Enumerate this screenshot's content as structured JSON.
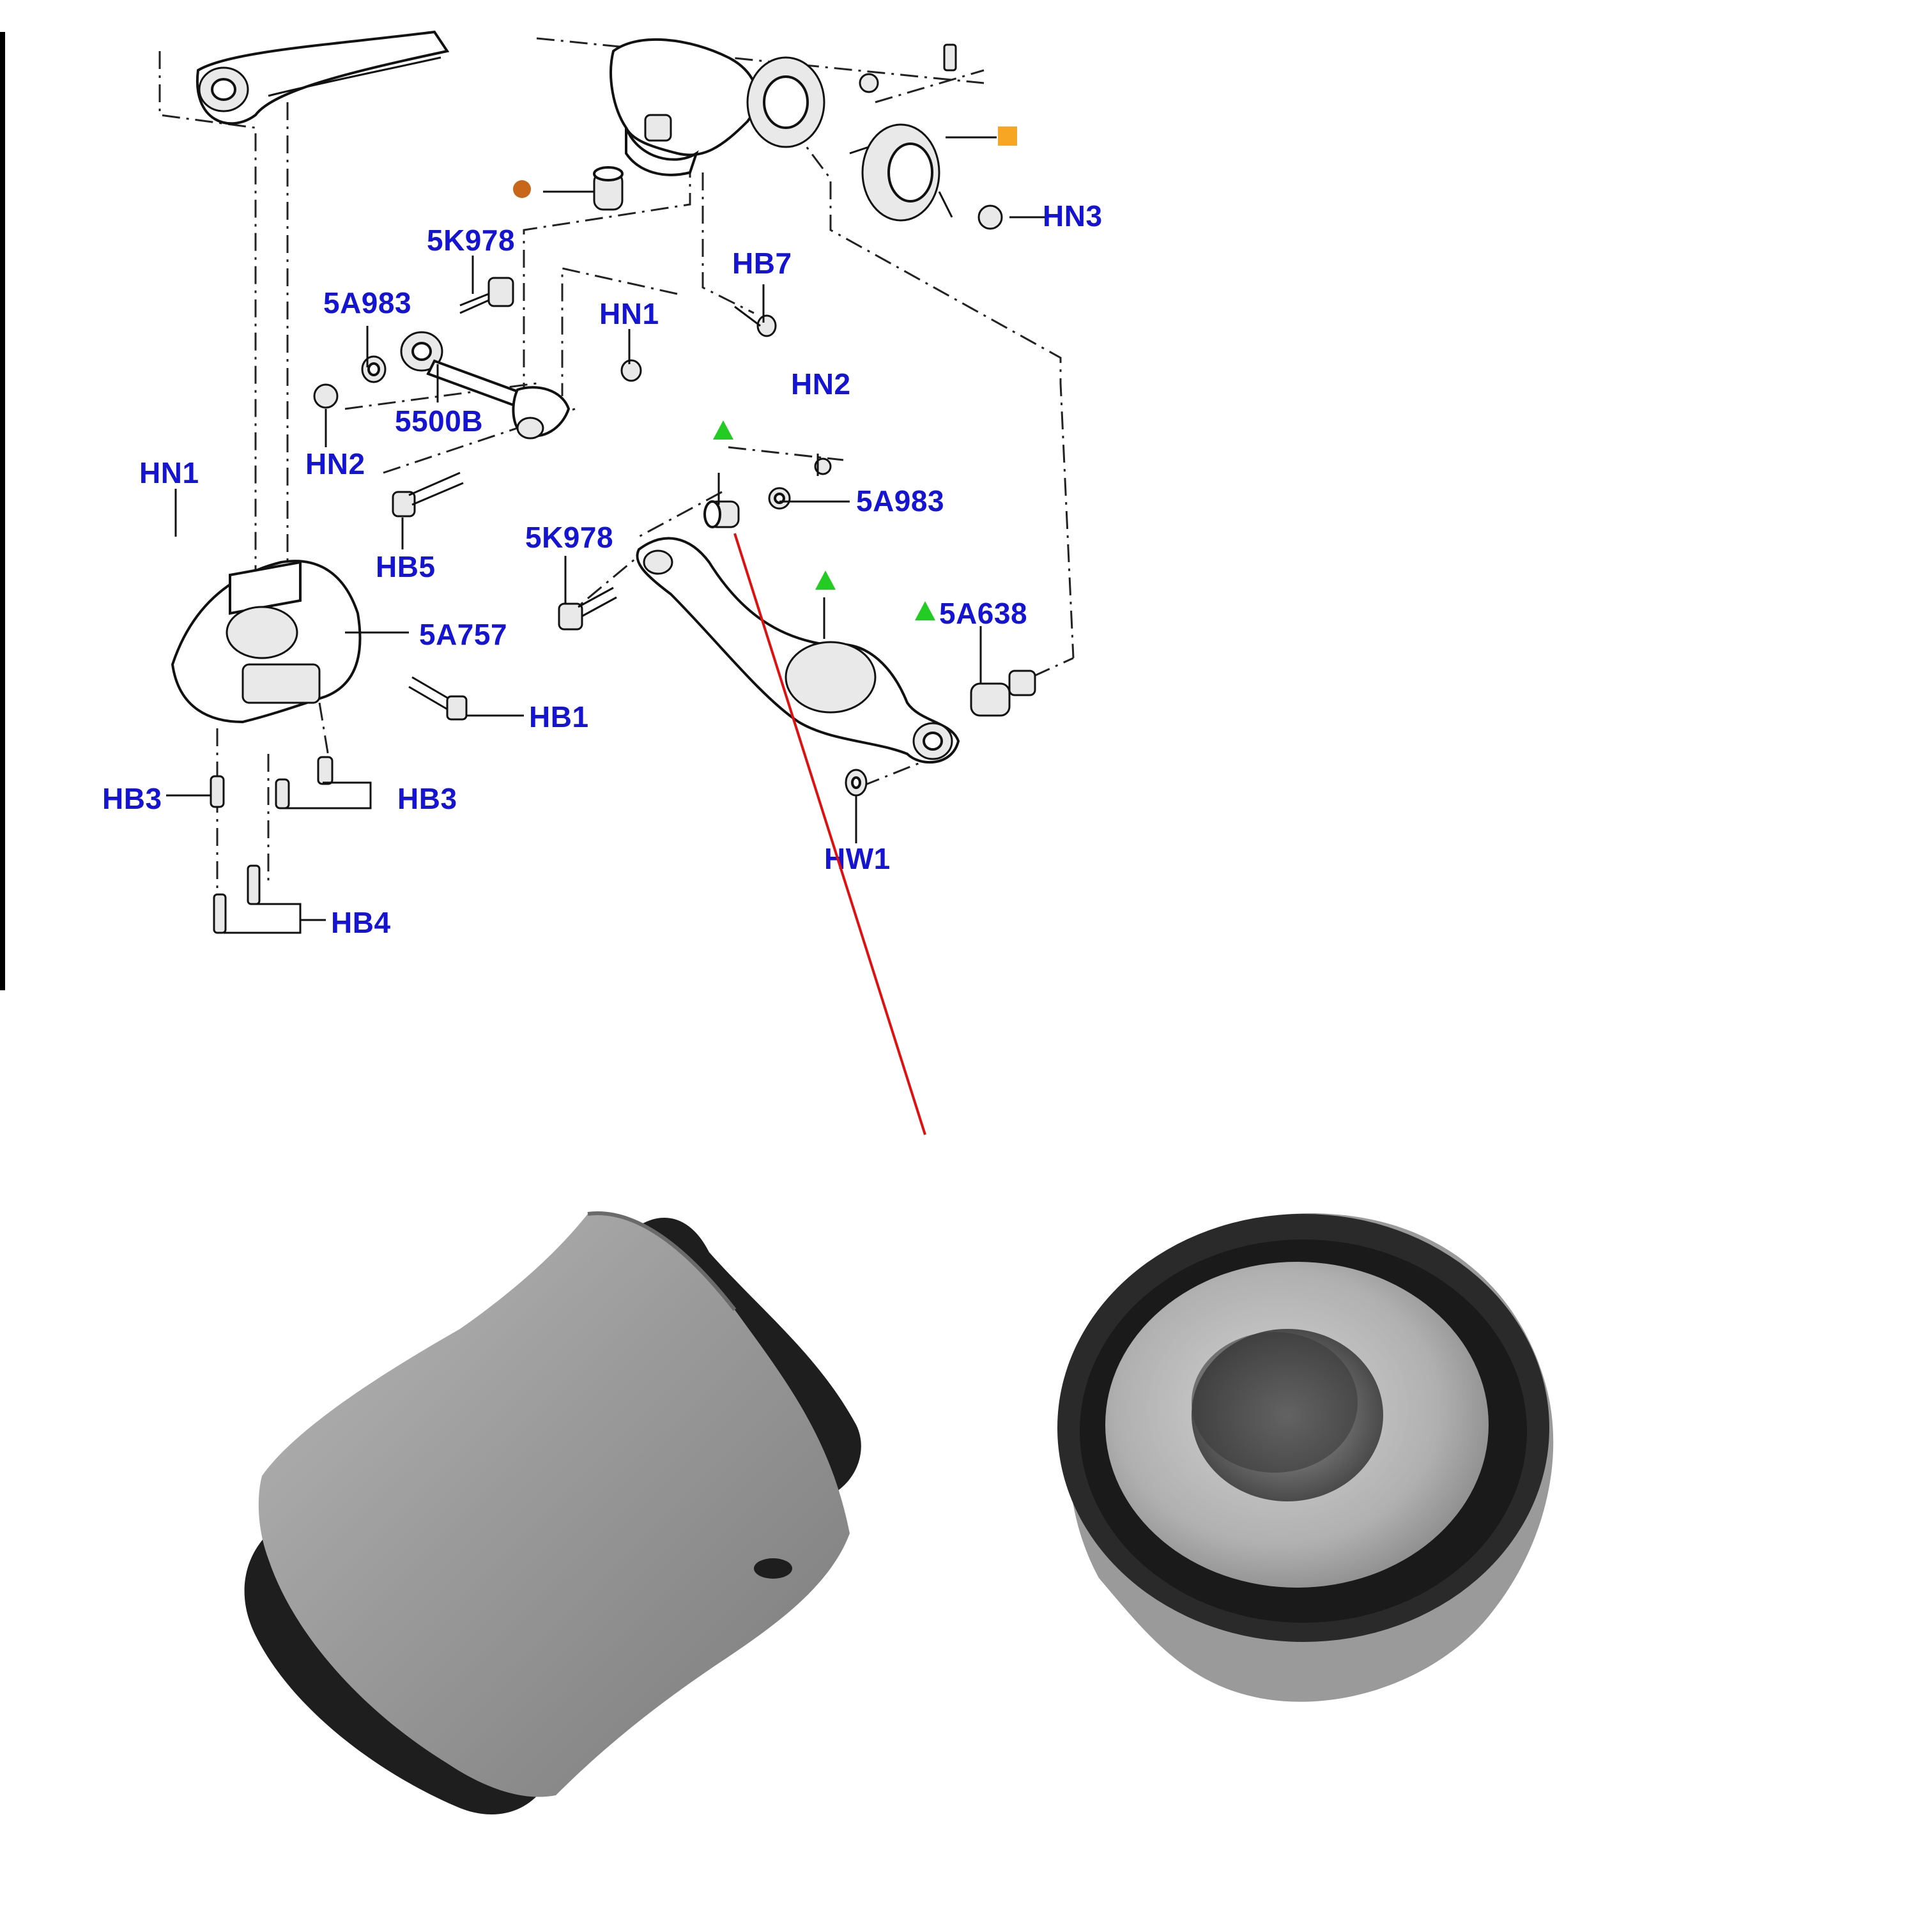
{
  "diagram": {
    "labels": [
      "5K978",
      "5A983",
      "HN1",
      "HB7",
      "HN3",
      "5500B",
      "HN2",
      "HN1",
      "HB5",
      "HN2",
      "5A983",
      "5K978",
      "5A757",
      "5A638",
      "HB1",
      "HB3",
      "HB3",
      "HW1",
      "HB4"
    ],
    "markers": {
      "orange_dot_color": "#c8671a",
      "orange_square_color": "#f6a623",
      "green_triangle_color": "#22cc22",
      "callout_line_color": "#e01010"
    }
  },
  "photos": {
    "left": "bushing-side-view",
    "right": "bushing-end-view"
  }
}
